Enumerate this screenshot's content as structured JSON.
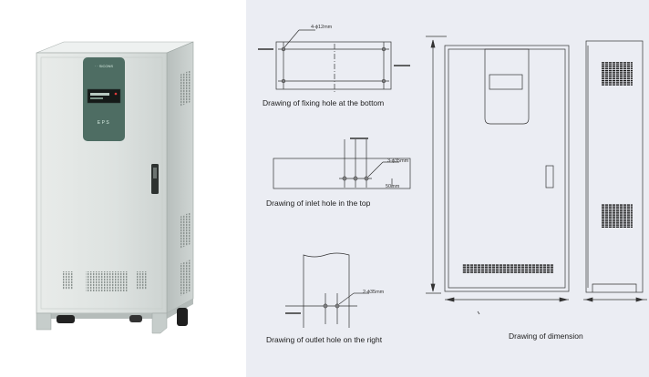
{
  "photo": {
    "panel_brand": "· · SICONS",
    "panel_label": "EPS"
  },
  "drawings": {
    "bottom": {
      "caption": "Drawing of fixing hole at the bottom",
      "dimension": "4-ϕ12mm"
    },
    "top": {
      "caption": "Drawing of inlet hole in the top",
      "dimension": "3-ϕ35mm",
      "offset": "50mm"
    },
    "right": {
      "caption": "Drawing of outlet hole on the right",
      "dimension": "2-ϕ35mm"
    },
    "dimension_view": {
      "caption": "Drawing of dimension"
    }
  },
  "colors": {
    "right_panel_bg": "#ebedf3",
    "cabinet_body": "#dde2e0",
    "control_panel": "#4e6d63",
    "line": "#333333"
  }
}
